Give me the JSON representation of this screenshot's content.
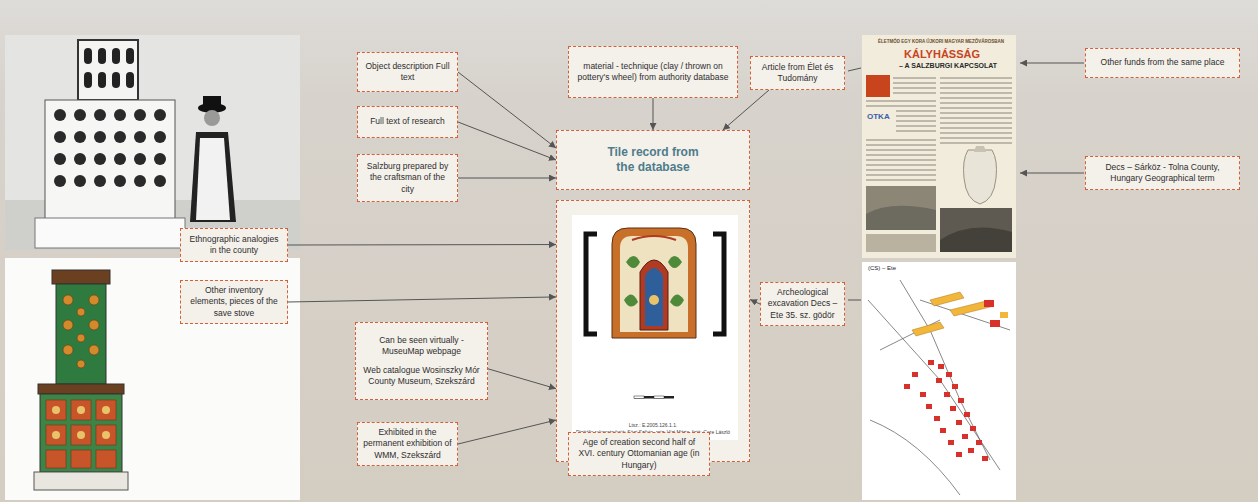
{
  "diagram": {
    "nodes": [
      {
        "text": [
          "Object description Full text"
        ]
      },
      {
        "text": [
          "material - technique (clay / thrown on pottery's wheel) from authority database"
        ]
      },
      {
        "text": [
          "Article from Élet és Tudomány"
        ]
      },
      {
        "text": [
          "Other funds from the same place"
        ]
      },
      {
        "text": [
          "Full text of research"
        ]
      },
      {
        "text": [
          "Tile record from the database"
        ]
      },
      {
        "text": [
          "Decs – Sárköz - Tolna County, Hungary Geographical term"
        ]
      },
      {
        "text": [
          "Salzburg prepared by the craftsman of the city"
        ]
      },
      {
        "text": [
          "Ethnographic analogies in the county"
        ]
      },
      {
        "text": [
          "Other inventory elements, pieces of the save stove"
        ]
      },
      {
        "text": [
          "Ltsz.: E.2005.126.1.1.",
          "Digitális rekonstrukció: Sági Szilvia, rajz: Vízi Márta, fotó: Gere László"
        ]
      },
      {
        "text": [
          "Archeological excavation Decs – Ete 35. sz. gödör"
        ]
      },
      {
        "text": [
          "Can be seen virtually - MuseuMap webpage",
          "Web catalogue Wosinszky Mór County Museum, Szekszárd"
        ]
      },
      {
        "text": [
          "Exhibited in the permanent exhibition of WMM, Szekszárd"
        ]
      },
      {
        "text": [
          "Age of creation second half of XVI. century Ottomanian age (in Hungary)"
        ]
      }
    ],
    "edges": [
      {
        "from": 0,
        "to": 5,
        "arrow": "to"
      },
      {
        "from": 1,
        "to": 5,
        "arrow": "to"
      },
      {
        "from": 2,
        "to": 5,
        "arrow": "to"
      },
      {
        "from": 4,
        "to": 5,
        "arrow": "to"
      },
      {
        "from": 7,
        "to": 5,
        "arrow": "to"
      },
      {
        "from": 8,
        "to": 10,
        "arrow": "to"
      },
      {
        "from": 9,
        "to": 10,
        "arrow": "to"
      },
      {
        "from": 11,
        "to": 10,
        "arrow": "to"
      },
      {
        "from": 12,
        "to": 10,
        "arrow": "to"
      },
      {
        "from": 13,
        "to": 10,
        "arrow": "to"
      },
      {
        "from": 14,
        "to": 10,
        "arrow": "to"
      }
    ],
    "labels": [
      "ÉLETMÓD EGY KORA ÚJKORI MAGYAR MEZŐVÁROSBAN",
      "KÁLYHÁSSÁG",
      "– A SALZBURGI KAPCSOLAT",
      "OTKA",
      "(CS) – Ete"
    ]
  }
}
